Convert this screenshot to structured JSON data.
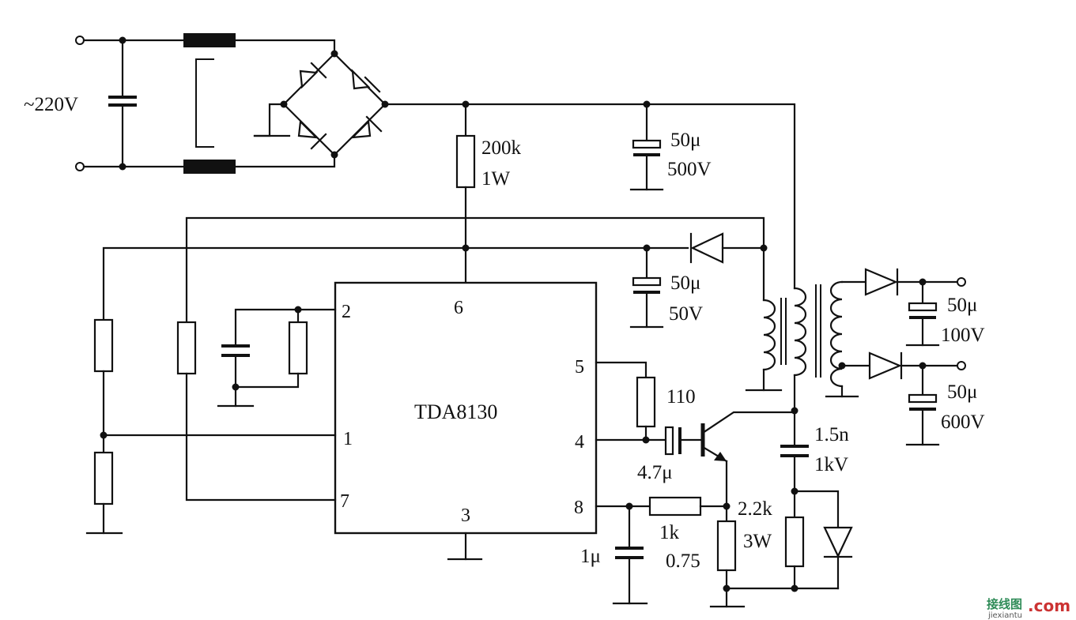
{
  "mains": {
    "label": "~220V"
  },
  "chip": {
    "name": "TDA8130",
    "pins": [
      "2",
      "6",
      "5",
      "4",
      "1",
      "7",
      "8",
      "3"
    ]
  },
  "components": {
    "r_start": [
      "200k",
      "1W"
    ],
    "c_bulk": [
      "50μ",
      "500V"
    ],
    "c_supply": [
      "50μ",
      "50V"
    ],
    "c_out1": [
      "50μ",
      "100V"
    ],
    "c_out2": [
      "50μ",
      "600V"
    ],
    "r_110": "110",
    "c_coupling": "4.7μ",
    "c_snub": [
      "1.5n",
      "1kV"
    ],
    "r_1k": [
      "1k",
      "0.75"
    ],
    "c_1u": "1μ",
    "r_snub": [
      "2.2k",
      "3W"
    ]
  },
  "watermark": {
    "cn": "接线图",
    "site": "jiexiantu",
    "dotcom": ".com"
  }
}
